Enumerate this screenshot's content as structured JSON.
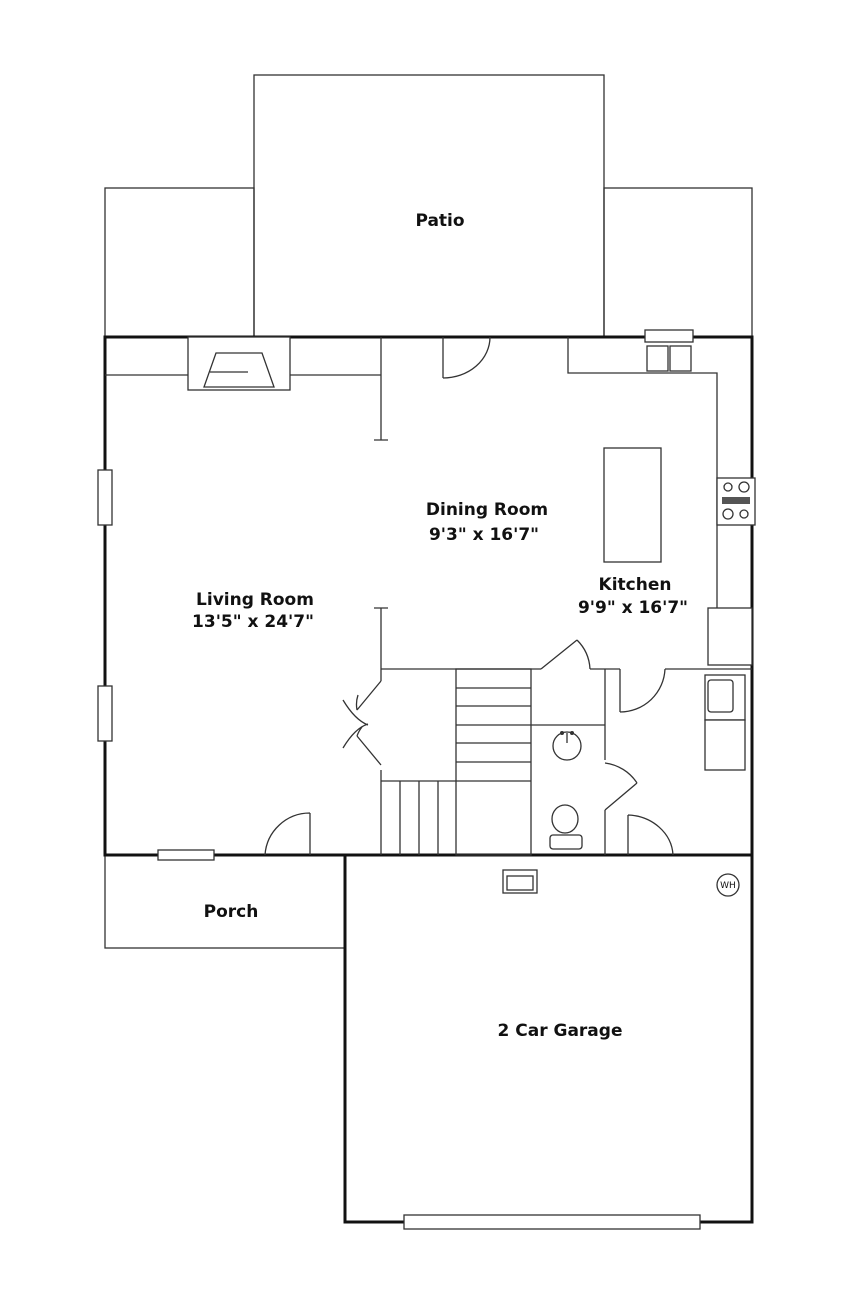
{
  "rooms": {
    "patio": {
      "name": "Patio"
    },
    "dining": {
      "name": "Dining Room",
      "size": "9'3\" x 16'7\""
    },
    "living": {
      "name": "Living Room",
      "size": "13'5\" x 24'7\""
    },
    "kitchen": {
      "name": "Kitchen",
      "size": "9'9\" x 16'7\""
    },
    "porch": {
      "name": "Porch"
    },
    "garage": {
      "name": "2 Car Garage"
    }
  },
  "fixtures": {
    "water_heater": "WH"
  }
}
